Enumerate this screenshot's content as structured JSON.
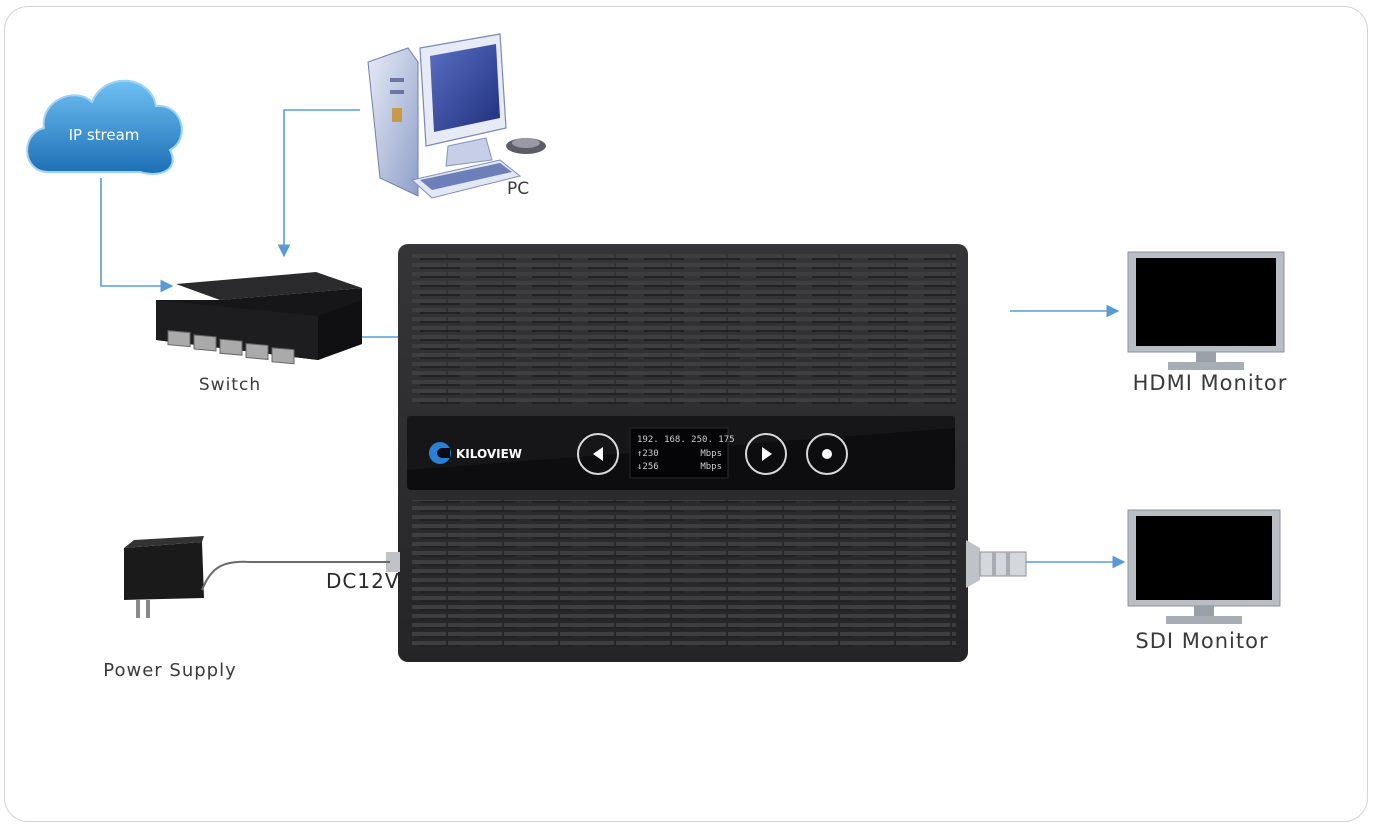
{
  "cloud": {
    "label": "IP stream"
  },
  "pc": {
    "label": "PC"
  },
  "switch": {
    "label": "Switch"
  },
  "hdmi_monitor": {
    "label": "HDMI Monitor"
  },
  "sdi_monitor": {
    "label": "SDI Monitor"
  },
  "power_supply": {
    "label": "Power Supply"
  },
  "dc_port": {
    "label": "DC12V"
  },
  "device": {
    "brand": "KILOVIEW",
    "display_ip": "192. 168. 250. 175",
    "display_up": "230",
    "display_down": "256",
    "display_unit_up": "Mbps",
    "display_unit_down": "Mbps"
  },
  "colors": {
    "arrow": "#5b9bd5",
    "device": "#2b2b2d",
    "cloud": "#2f84c8"
  }
}
